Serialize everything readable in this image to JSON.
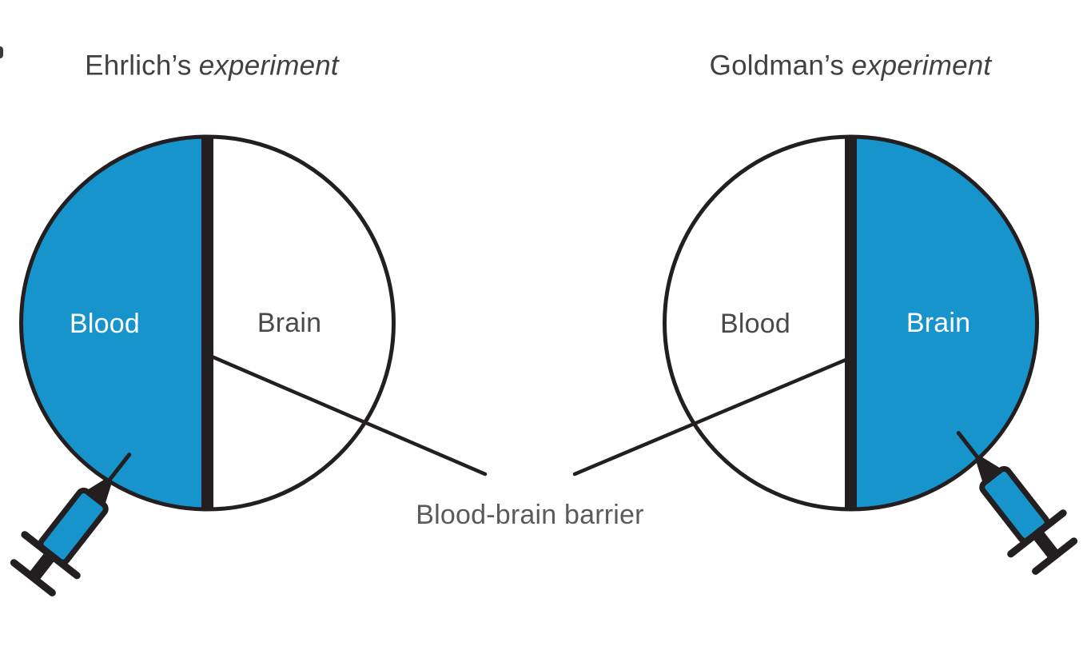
{
  "colors": {
    "blue": "#1794cb",
    "ink": "#231f20",
    "title_text": "#414042",
    "label_dark": "#48494b",
    "label_on_blue": "#ffffff",
    "barrier_text": "#595a5c"
  },
  "experiments": {
    "left": {
      "title_name": "Ehrlich’s",
      "title_word": "experiment",
      "blood_label": "Blood",
      "brain_label": "Brain"
    },
    "right": {
      "title_name": "Goldman’s",
      "title_word": "experiment",
      "blood_label": "Blood",
      "brain_label": "Brain"
    }
  },
  "barrier_label": "Blood-brain barrier",
  "icons": {
    "left_injector": "syringe-icon",
    "right_injector": "syringe-icon"
  }
}
